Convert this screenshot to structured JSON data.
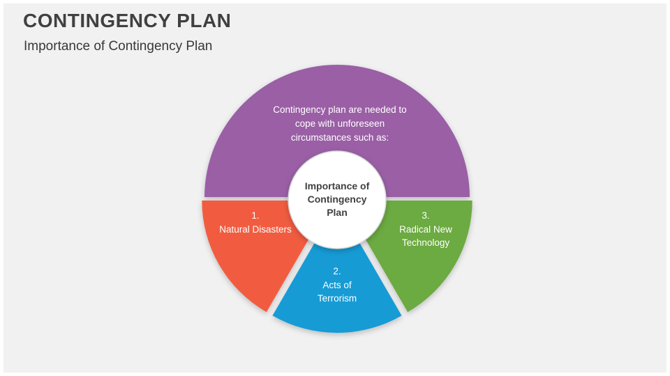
{
  "slide": {
    "title": "CONTINGENCY PLAN",
    "subtitle": "Importance of Contingency Plan",
    "background_color": "#f1f1f2",
    "title_color": "#404040"
  },
  "diagram": {
    "top_segment": {
      "color": "#9a5fa5",
      "lines": [
        "Contingency plan are needed to",
        "cope with unforeseen",
        "circumstances such as:"
      ]
    },
    "segments": [
      {
        "number": "1.",
        "lines": [
          "Natural Disasters",
          ""
        ],
        "color": "#f15b40"
      },
      {
        "number": "2.",
        "lines": [
          "Acts of",
          "Terrorism"
        ],
        "color": "#189bd5"
      },
      {
        "number": "3.",
        "lines": [
          "Radical New",
          "Technology"
        ],
        "color": "#6caa43"
      }
    ],
    "center": {
      "fill": "#ffffff",
      "border": "#d9d9d9",
      "lines": [
        "Importance of",
        "Contingency",
        "Plan"
      ]
    }
  }
}
